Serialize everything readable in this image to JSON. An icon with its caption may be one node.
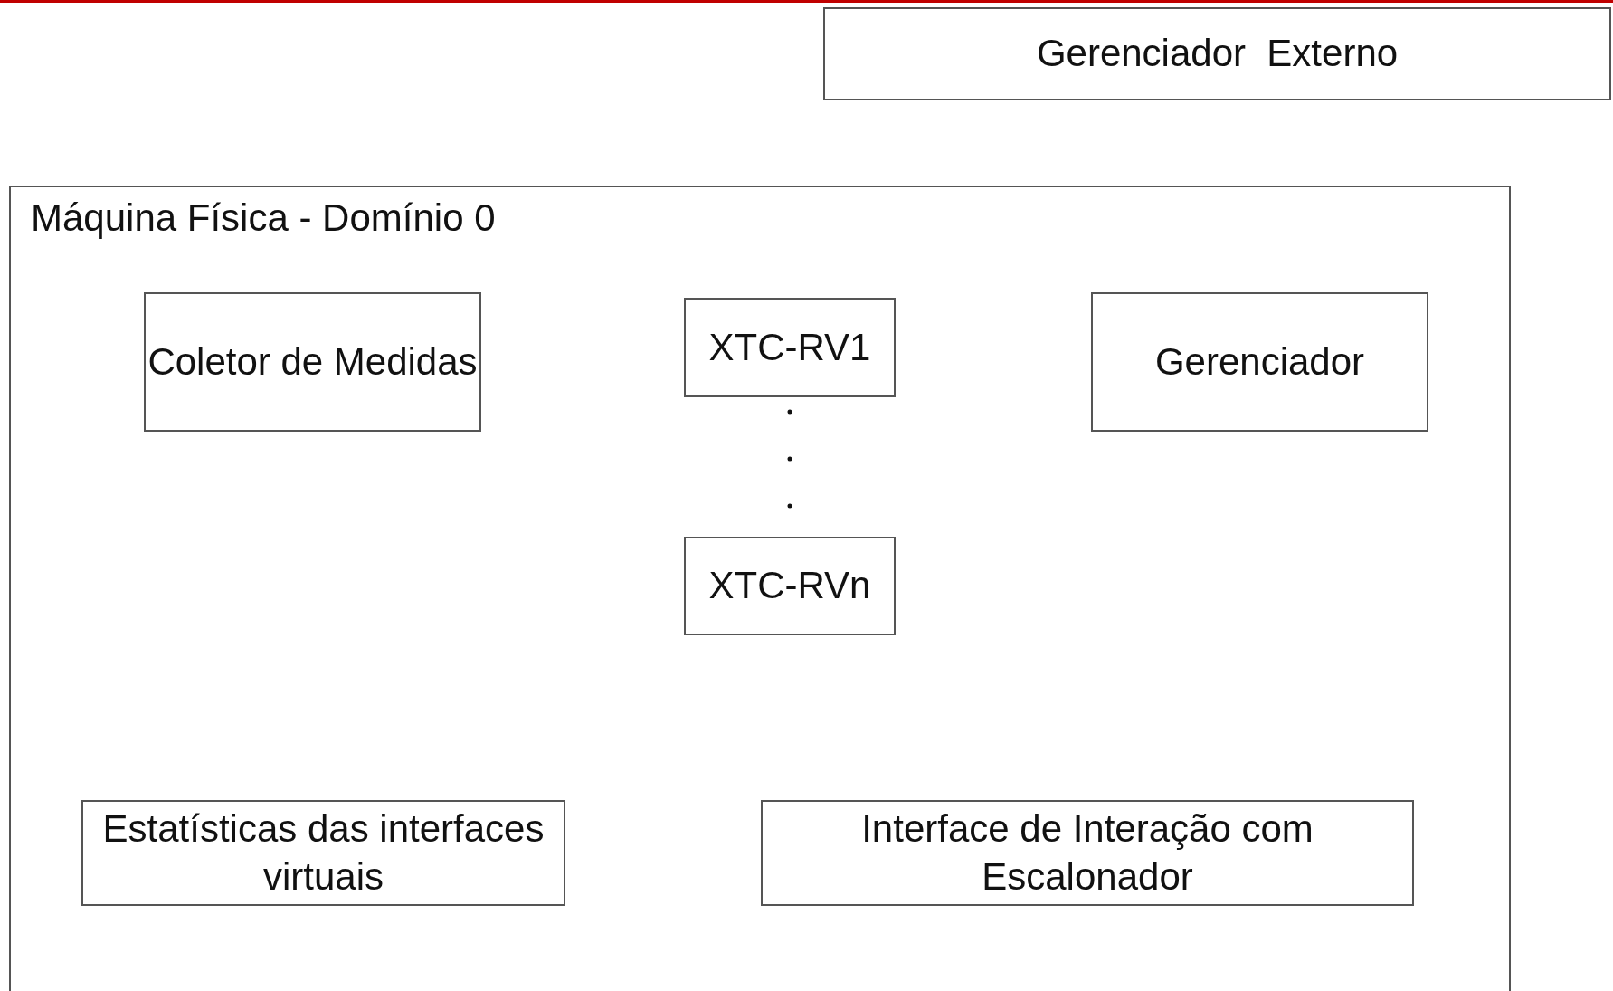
{
  "diagram": {
    "nodes": [
      {
        "text": [
          "Gerenciador  Externo"
        ]
      },
      {
        "text": [
          "Máquina Física - Domínio 0"
        ]
      },
      {
        "text": [
          "Coletor de Medidas"
        ],
        "in": 1
      },
      {
        "text": [
          "XTC-RV1"
        ],
        "in": 1
      },
      {
        "text": [
          "Gerenciador"
        ],
        "in": 1
      },
      {
        "text": [
          "XTC-RVn"
        ],
        "in": 1
      },
      {
        "text": [
          "Estatísticas das interfaces virtuais"
        ],
        "in": 1
      },
      {
        "text": [
          "Interface de Interação com Escalonador"
        ],
        "in": 1
      }
    ]
  }
}
